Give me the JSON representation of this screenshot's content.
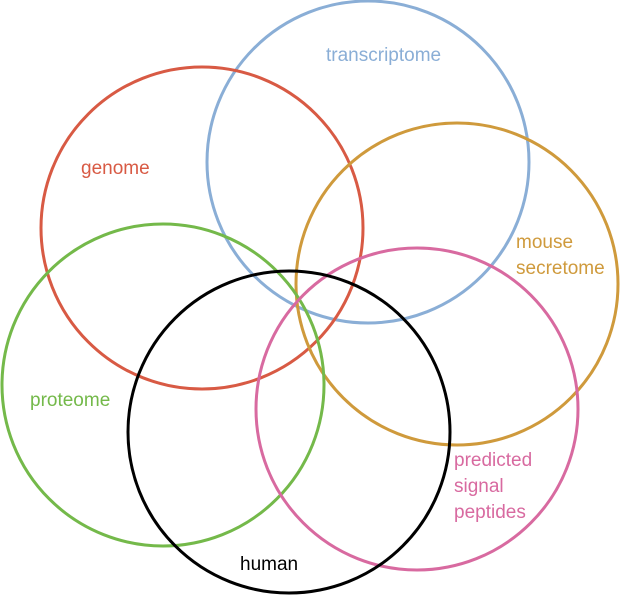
{
  "diagram": {
    "sets": [
      {
        "id": "transcriptome",
        "label_lines": [
          "transcriptome"
        ],
        "color": "#8aaed6"
      },
      {
        "id": "genome",
        "label_lines": [
          "genome"
        ],
        "color": "#d85a44"
      },
      {
        "id": "mouse-secretome",
        "label_lines": [
          "mouse",
          "secretome"
        ],
        "color": "#cf9a3c"
      },
      {
        "id": "proteome",
        "label_lines": [
          "proteome"
        ],
        "color": "#74b94a"
      },
      {
        "id": "predicted-signal-peptides",
        "label_lines": [
          "predicted",
          "signal",
          "peptides"
        ],
        "color": "#d86aa0"
      },
      {
        "id": "human",
        "label_lines": [
          "human"
        ],
        "color": "#000000"
      }
    ]
  }
}
